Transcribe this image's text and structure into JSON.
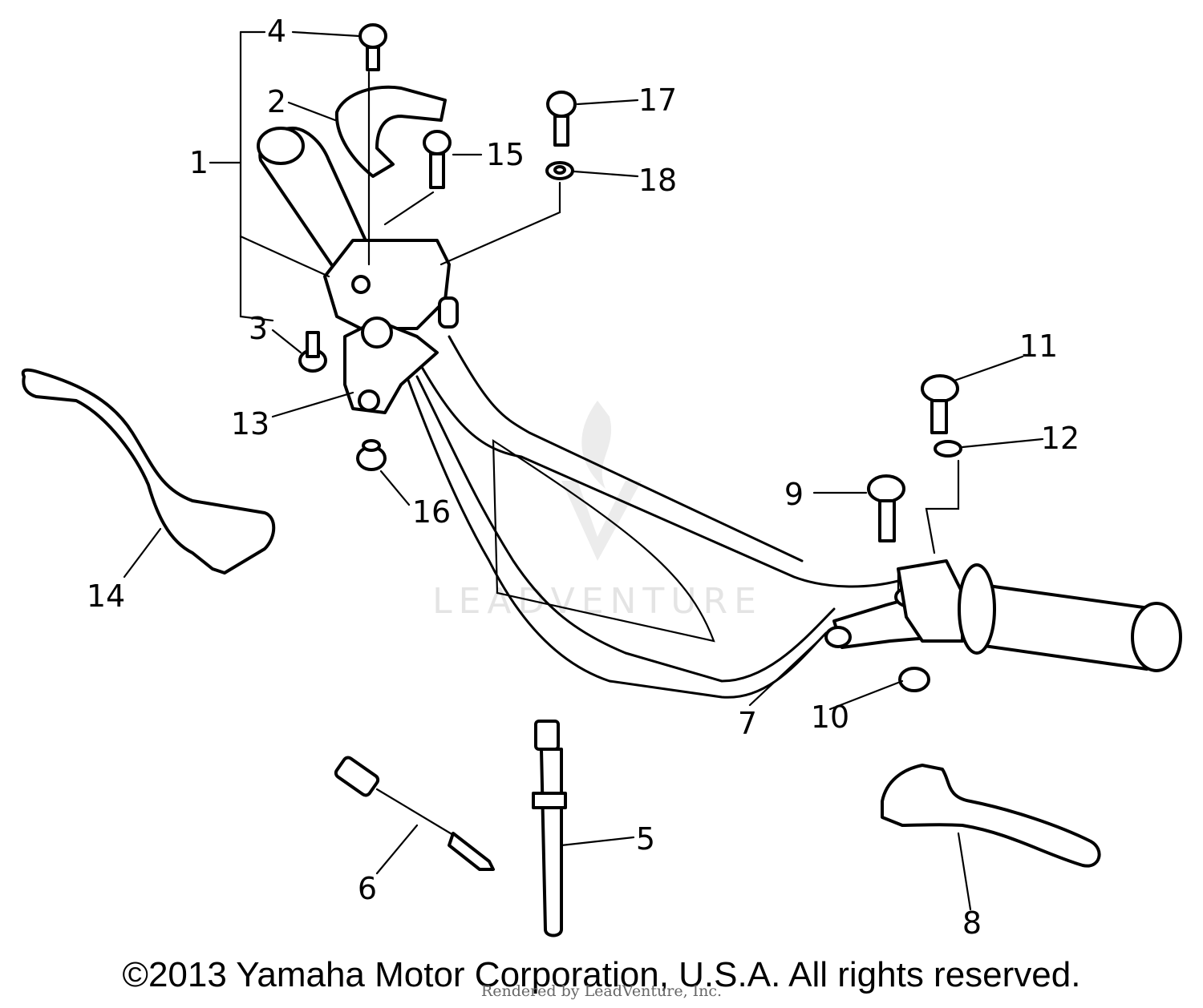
{
  "callouts": {
    "p1": "1",
    "p2": "2",
    "p3": "3",
    "p4": "4",
    "p5": "5",
    "p6": "6",
    "p7": "7",
    "p8": "8",
    "p9": "9",
    "p10": "10",
    "p11": "11",
    "p12": "12",
    "p13": "13",
    "p14": "14",
    "p15": "15",
    "p16": "16",
    "p17": "17",
    "p18": "18"
  },
  "watermark": "LEADVENTURE",
  "copyright": "©2013 Yamaha Motor Corporation, U.S.A. All rights reserved.",
  "rendered_by": "Rendered by LeadVenture, Inc."
}
